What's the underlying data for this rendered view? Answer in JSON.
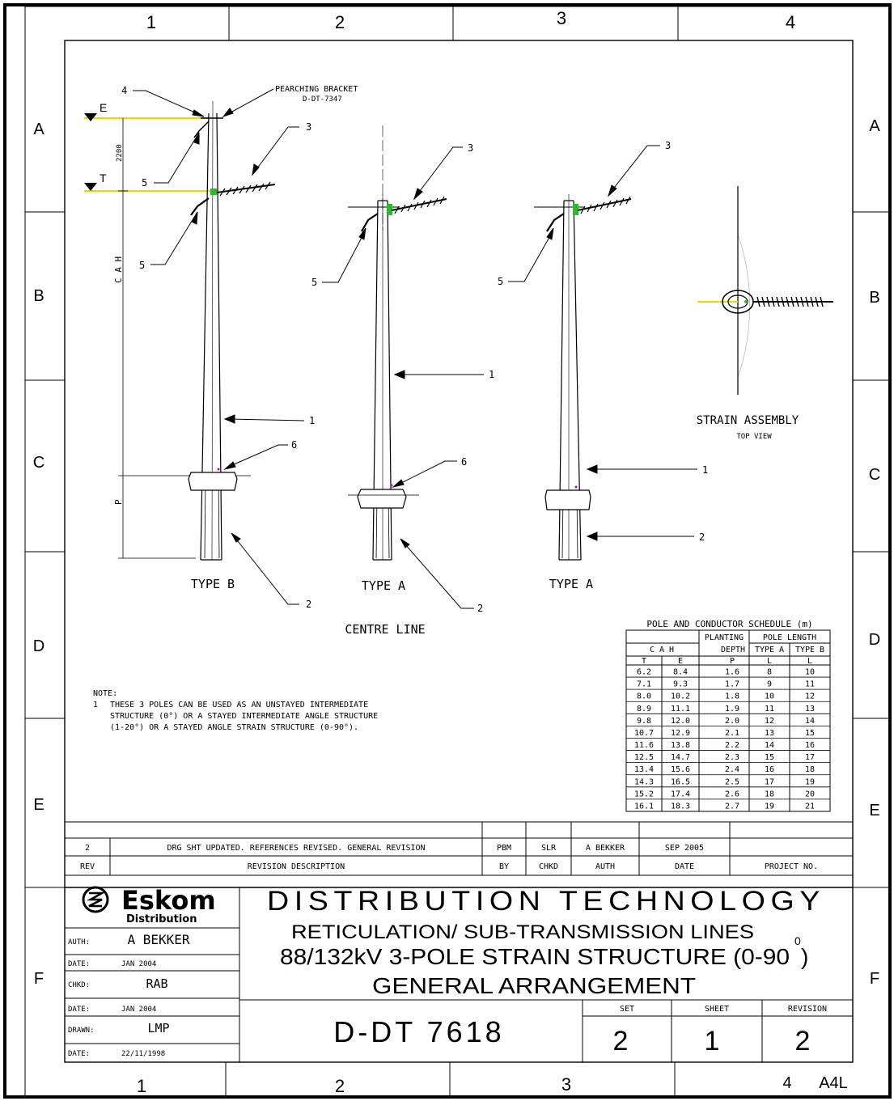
{
  "frame": {
    "col_labels": [
      "1",
      "2",
      "3",
      "4"
    ],
    "row_labels": [
      "A",
      "B",
      "C",
      "D",
      "E",
      "F"
    ],
    "bottom_col_labels": [
      "1",
      "2",
      "3",
      "4"
    ],
    "sheet_format": "A4L"
  },
  "drawing": {
    "perching_bracket": "PEARCHING BRACKET",
    "perching_bracket_ref": "D-DT-7347",
    "level_e": "E",
    "level_t": "T",
    "dim_2200": "2200",
    "dim_cah": "C A H",
    "dim_p": "P",
    "callouts": [
      "1",
      "2",
      "3",
      "4",
      "5",
      "6"
    ],
    "type_b": "TYPE B",
    "type_a": "TYPE A",
    "type_a2": "TYPE A",
    "centre_line": "CENTRE LINE",
    "strain_assembly": "STRAIN ASSEMBLY",
    "top_view": "TOP VIEW"
  },
  "note": {
    "heading": "NOTE:",
    "number": "1",
    "lines": [
      "THESE 3 POLES CAN BE USED AS AN UNSTAYED INTERMEDIATE",
      "STRUCTURE (0°) OR A STAYED INTERMEDIATE ANGLE STRUCTURE",
      "(1-20°) OR A STAYED ANGLE STRAIN STRUCTURE (0-90°)."
    ]
  },
  "schedule": {
    "title": "POLE AND CONDUCTOR SCHEDULE (m)",
    "h_planting": "PLANTING",
    "h_depth": "DEPTH",
    "h_pole_length": "POLE LENGTH",
    "h_type_a": "TYPE A",
    "h_type_b": "TYPE B",
    "h_cah": "C A H",
    "sub": [
      "T",
      "E",
      "P",
      "L",
      "L"
    ],
    "rows": [
      [
        "6.2",
        "8.4",
        "1.6",
        "8",
        "10"
      ],
      [
        "7.1",
        "9.3",
        "1.7",
        "9",
        "11"
      ],
      [
        "8.0",
        "10.2",
        "1.8",
        "10",
        "12"
      ],
      [
        "8.9",
        "11.1",
        "1.9",
        "11",
        "13"
      ],
      [
        "9.8",
        "12.0",
        "2.0",
        "12",
        "14"
      ],
      [
        "10.7",
        "12.9",
        "2.1",
        "13",
        "15"
      ],
      [
        "11.6",
        "13.8",
        "2.2",
        "14",
        "16"
      ],
      [
        "12.5",
        "14.7",
        "2.3",
        "15",
        "17"
      ],
      [
        "13.4",
        "15.6",
        "2.4",
        "16",
        "18"
      ],
      [
        "14.3",
        "16.5",
        "2.5",
        "17",
        "19"
      ],
      [
        "15.2",
        "17.4",
        "2.6",
        "18",
        "20"
      ],
      [
        "16.1",
        "18.3",
        "2.7",
        "19",
        "21"
      ]
    ]
  },
  "revision": {
    "rev": "2",
    "desc": "DRG SHT UPDATED. REFERENCES REVISED. GENERAL REVISION",
    "by": "PBM",
    "chkd": "SLR",
    "auth": "A BEKKER",
    "date": "SEP 2005",
    "h_rev": "REV",
    "h_desc": "REVISION DESCRIPTION",
    "h_by": "BY",
    "h_chkd": "CHKD",
    "h_auth": "AUTH",
    "h_date": "DATE",
    "h_project": "PROJECT NO."
  },
  "title_block": {
    "logo_name": "Eskom",
    "logo_division": "Distribution",
    "auth_label": "AUTH:",
    "auth_value": "A BEKKER",
    "date1_label": "DATE:",
    "date1_value": "JAN 2004",
    "chkd_label": "CHKD:",
    "chkd_value": "RAB",
    "date2_label": "DATE:",
    "date2_value": "JAN 2004",
    "drawn_label": "DRAWN:",
    "drawn_value": "LMP",
    "date3_label": "DATE:",
    "date3_value": "22/11/1998",
    "main_title": "DISTRIBUTION TECHNOLOGY",
    "sub1": "RETICULATION/ SUB-TRANSMISSION LINES",
    "sub2": "88/132kV 3-POLE STRAIN STRUCTURE (0-90",
    "sub2_sup": "0",
    "sub2_end": ")",
    "sub3": "GENERAL ARRANGEMENT",
    "drawing_no": "D-DT 7618",
    "set_label": "SET",
    "set_value": "2",
    "sheet_label": "SHEET",
    "sheet_value": "1",
    "rev_label": "REVISION",
    "rev_value": "2"
  },
  "colors": {
    "line": "#000000",
    "accent": "#e8d800",
    "insulator_green": "#2db82d",
    "bracket_magenta": "#c000c0"
  }
}
